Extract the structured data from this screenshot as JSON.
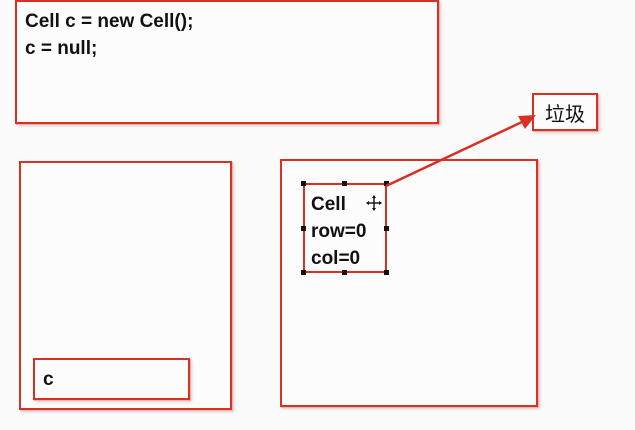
{
  "code": {
    "lines": [
      "Cell c = new Cell();",
      "c = null;"
    ]
  },
  "stack": {
    "variable_label": "c"
  },
  "heap": {
    "object": {
      "class_name": "Cell",
      "fields": [
        "row=0",
        "col=0"
      ]
    }
  },
  "garbage": {
    "label": "垃圾"
  },
  "colors": {
    "border": "#d93025",
    "arrow": "#d93025",
    "text": "#111111"
  },
  "icons": {
    "move": "move-icon"
  }
}
